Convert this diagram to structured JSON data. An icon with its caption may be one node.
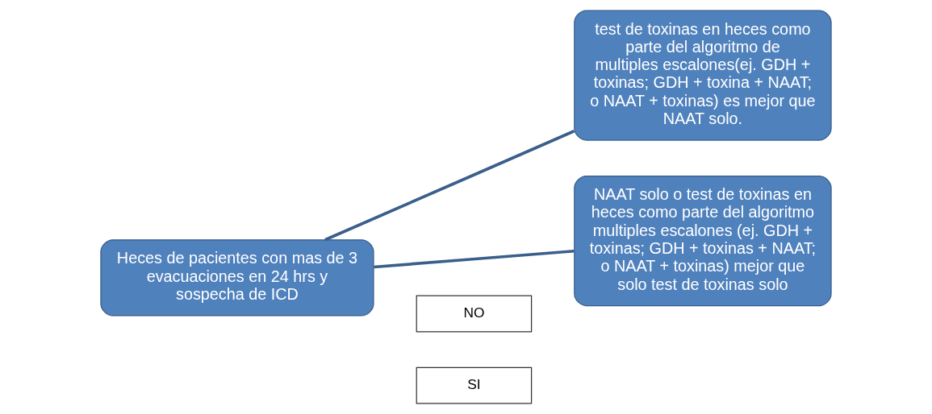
{
  "diagram": {
    "nodes": [
      {
        "text": [
          "Heces de pacientes con mas de 3 evacuaciones en 24 hrs y sospecha de ICD"
        ]
      },
      {
        "text": [
          "test de toxinas en heces como parte del algoritmo de multiples escalones(ej. GDH + toxinas; GDH + toxina + NAAT; o NAAT + toxinas) es mejor que NAAT solo."
        ]
      },
      {
        "text": [
          "NAAT solo o test de toxinas en heces como parte del algoritmo multiples escalones (ej. GDH + toxinas; GDH + toxinas + NAAT; o NAAT + toxinas) mejor que solo test de toxinas solo"
        ]
      },
      {
        "text": [
          "NO"
        ]
      },
      {
        "text": [
          "SI"
        ]
      }
    ],
    "edges": [
      {
        "from": 0,
        "to": 1,
        "arrow": "none"
      },
      {
        "from": 0,
        "to": 2,
        "arrow": "none"
      }
    ]
  }
}
